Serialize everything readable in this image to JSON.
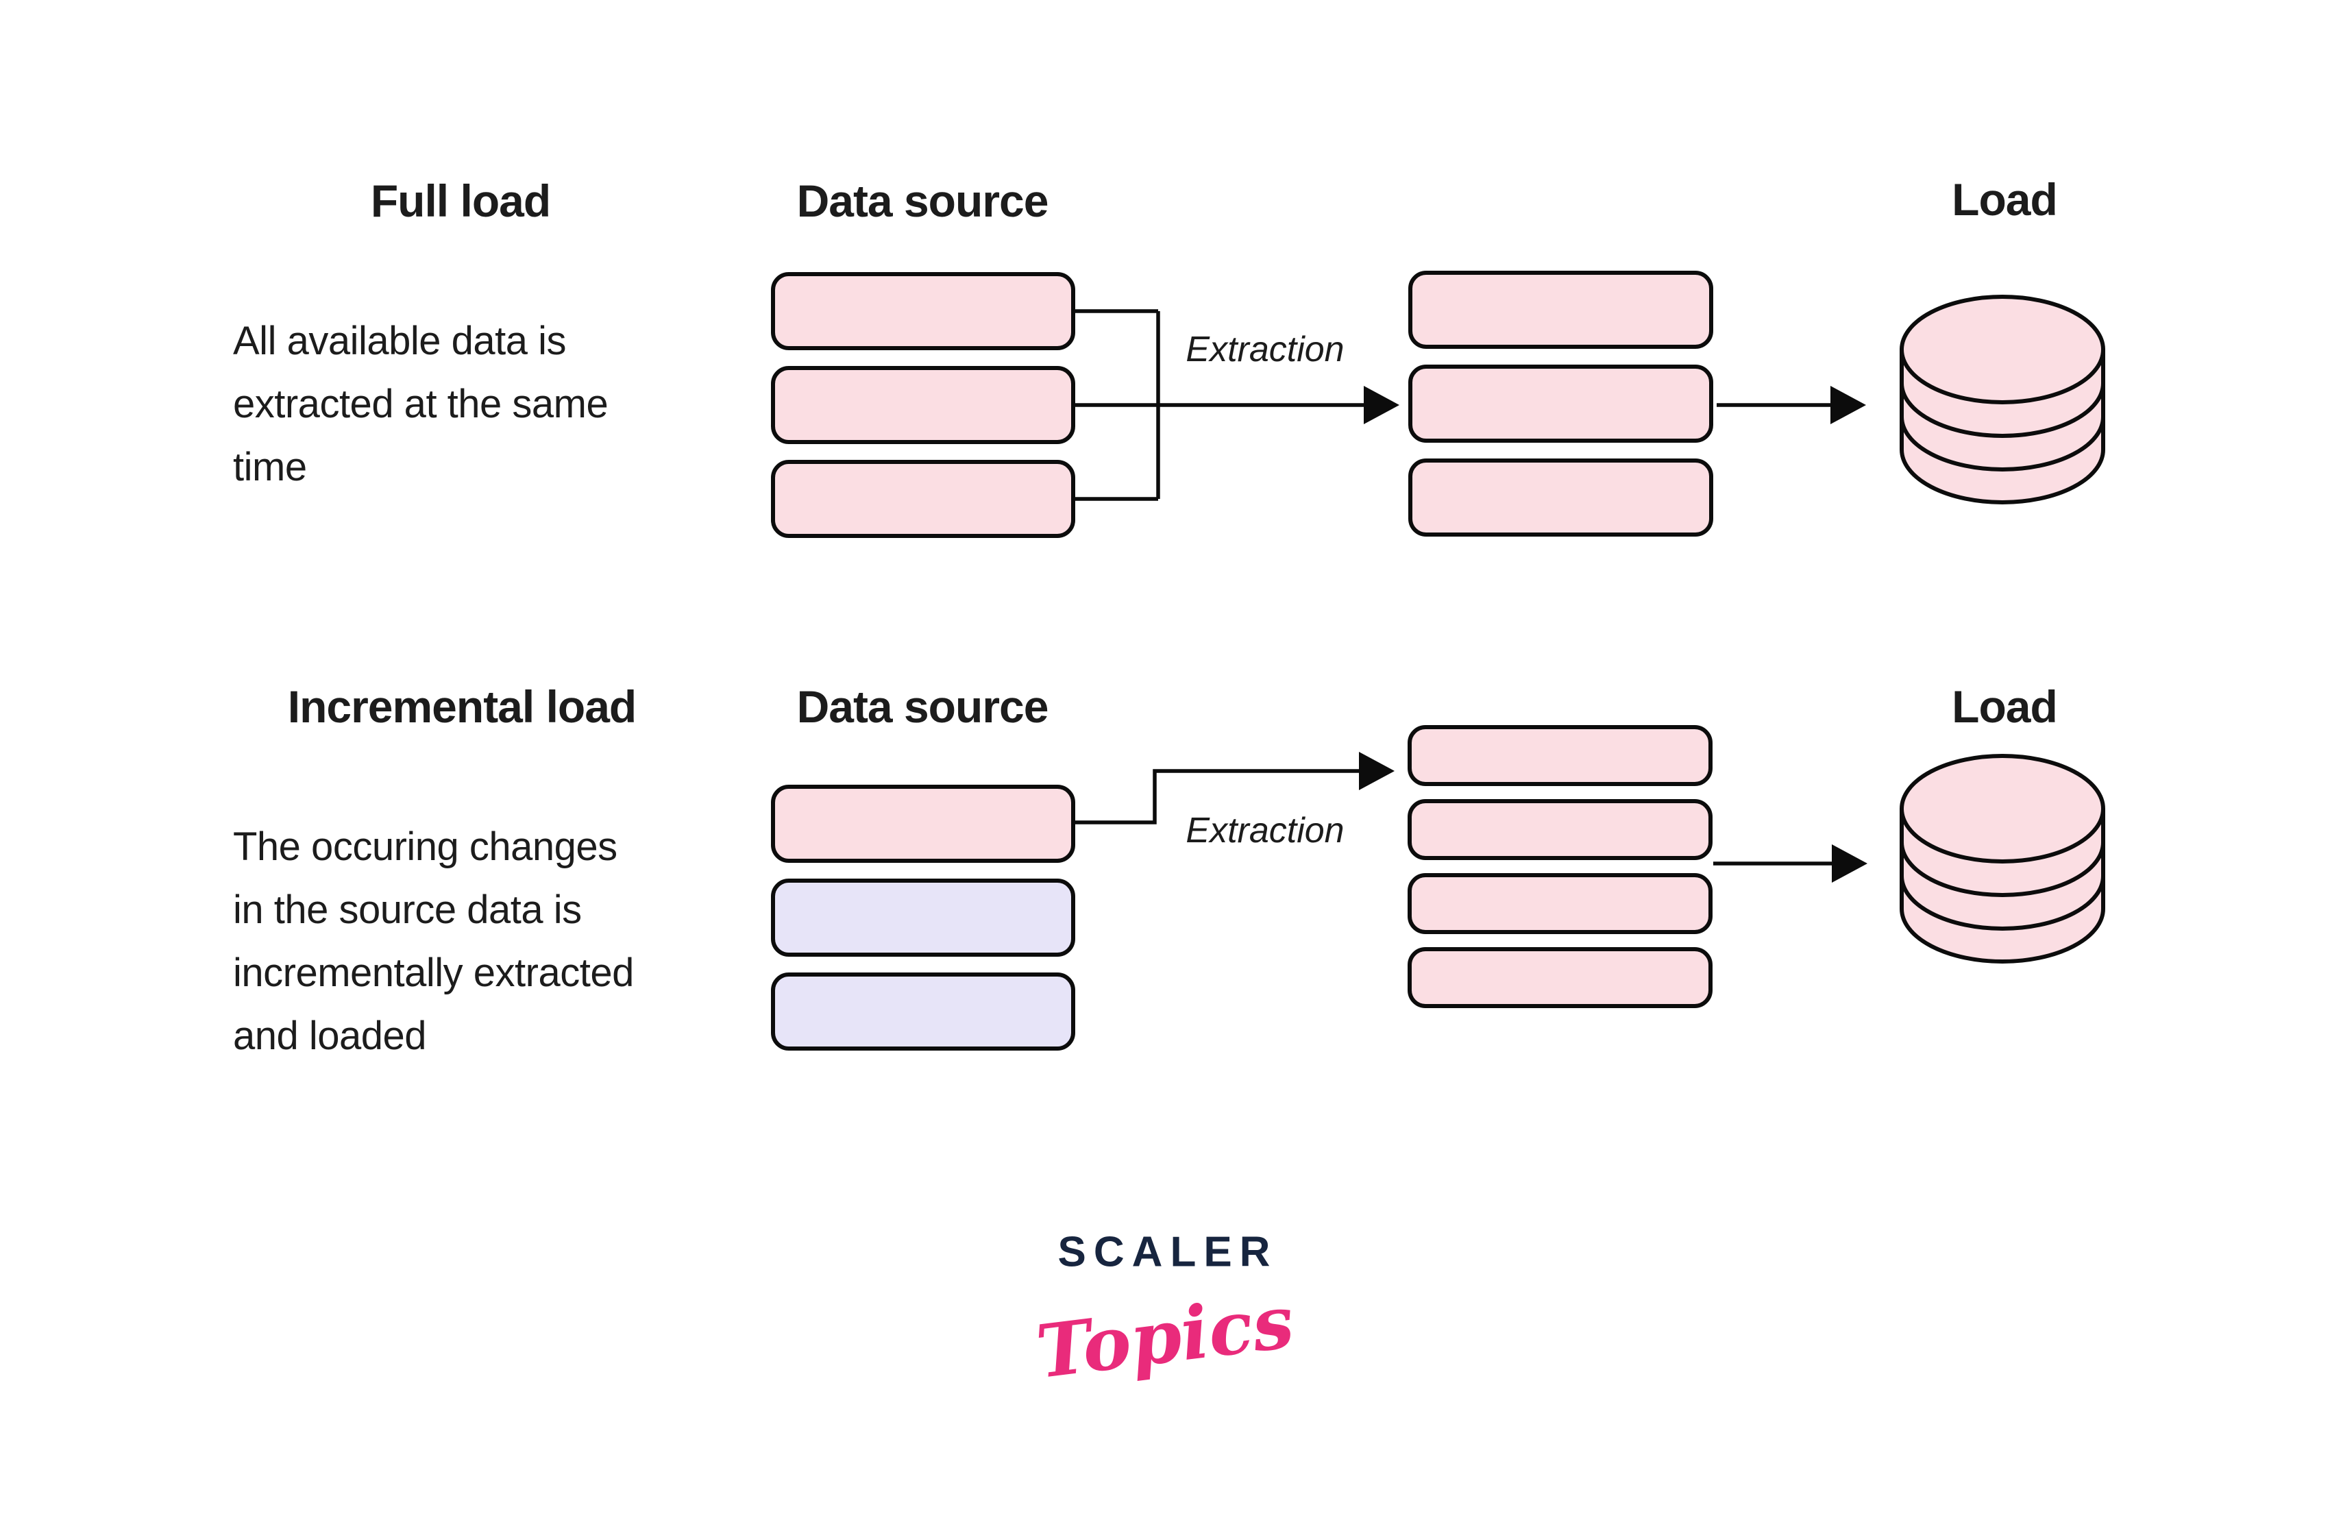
{
  "colors": {
    "pink": "#fbdee3",
    "lavender": "#e7e4f8",
    "outline": "#0c0c0c",
    "text": "#1c1c1c",
    "logo_navy": "#17253f",
    "logo_pink": "#e92b7b",
    "background": "#ffffff"
  },
  "full_load": {
    "title": "Full load",
    "data_source_label": "Data source",
    "extraction_label": "Extraction",
    "load_label": "Load",
    "description_lines": [
      "All available data is",
      "extracted at the same",
      "time"
    ],
    "source_boxes": [
      {
        "color": "pink"
      },
      {
        "color": "pink"
      },
      {
        "color": "pink"
      }
    ],
    "staged_boxes": [
      {
        "color": "pink"
      },
      {
        "color": "pink"
      },
      {
        "color": "pink"
      }
    ]
  },
  "incremental_load": {
    "title": "Incremental load",
    "data_source_label": "Data source",
    "extraction_label": "Extraction",
    "load_label": "Load",
    "description_lines": [
      "The occuring changes",
      "in the source data is",
      "incrementally extracted",
      "and loaded"
    ],
    "source_boxes": [
      {
        "color": "pink"
      },
      {
        "color": "lavender"
      },
      {
        "color": "lavender"
      }
    ],
    "staged_boxes": [
      {
        "color": "pink"
      },
      {
        "color": "pink"
      },
      {
        "color": "pink"
      },
      {
        "color": "pink"
      }
    ]
  },
  "logo": {
    "scaler": "SCALER",
    "topics": "Topics"
  }
}
